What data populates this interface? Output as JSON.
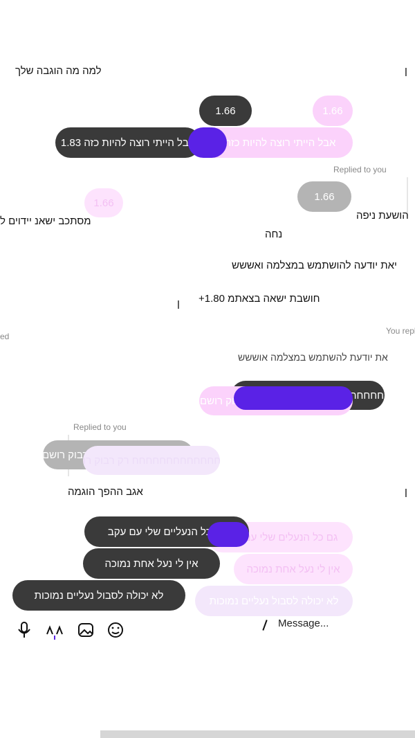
{
  "messages": {
    "m1": "למה מה הוגבה שלך",
    "m2_reply": "1.66",
    "m2_own": "1.66",
    "m3_own": "אבל הייתי רוצה להיות כזה 1.8",
    "m3_reply": "אבל הייתי רוצה להיות כזה 1.83",
    "replied_label_1": "Replied to you",
    "m4_quote": "1.66",
    "m4_reply": "1.66",
    "m5": "הושעת ניפה",
    "m6": "מסתכב ישאנ יידוים ל",
    "m7": "נחה",
    "m8": "יאת יודעה להושתמש במצלמה ואששש",
    "m9": "חושבת ישאה בצאתמ 1.80+",
    "replied_label_2": "You replied",
    "replied_label_2_left": "ed",
    "m10_quote": "את יודעת להשתמש במצלמה אוששש",
    "m11_own": "חחחחחחחחחחחחח רק רבוק רושם",
    "m11_reply": "חחחחחחחחחחחחחחח רק רבוק רושם",
    "replied_label_3": "Replied to you",
    "m12_quote": "חחחחחחחחחחחחח רק רבוק רושם",
    "m12_reply": "חחחחחחחחחחחחחחח רק רבוק רושם",
    "m13": "אגב ההפך הוגמה",
    "m14_own": "גם כל הנעלים שלי עם עקב",
    "m14_reply": "גם כל הנעליים שלי עם עקב",
    "m15_own": "אין לי נעל אחת נמוכה",
    "m15_reply": "אין לי נעל אחת נמוכה",
    "m16_own": "לא יכולה לסבול נעליים נמוכות",
    "m16_reply": "לא יכולה לסבול נעליים נמוכות"
  },
  "composer": {
    "placeholder": "Message..."
  },
  "colors": {
    "dark_bubble": "#3a3a3a",
    "pink_bubble": "#fbd2fb",
    "violet_bubble": "#5a22e6"
  },
  "icons": [
    "microphone-icon",
    "gallery-icon",
    "sticker-icon",
    "add-icon",
    "cursor-caret"
  ]
}
